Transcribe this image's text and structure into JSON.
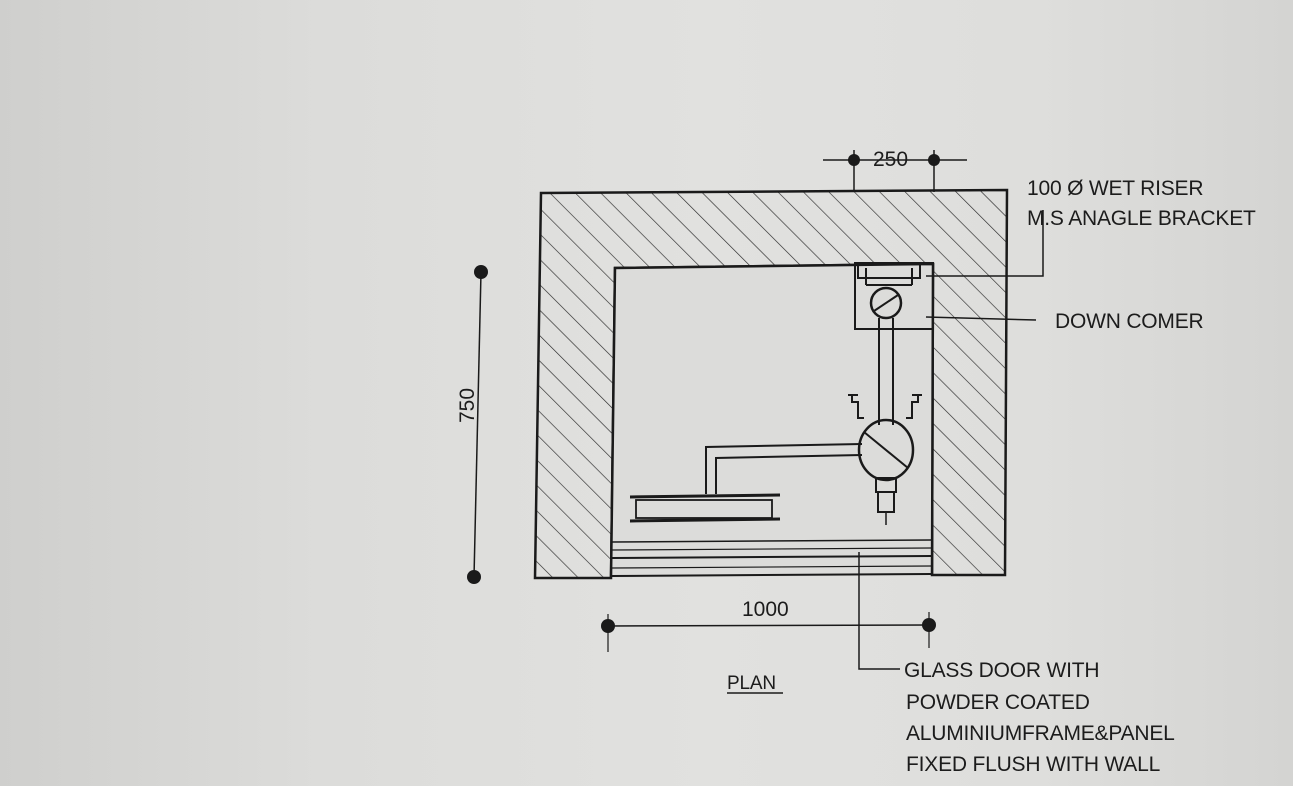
{
  "drawing": {
    "title": "PLAN",
    "dimensions": {
      "top_width": "250",
      "height": "750",
      "bottom_width": "1000"
    },
    "callouts": {
      "wet_riser": "100 Ø WET RISER",
      "bracket": "M.S ANAGLE BRACKET",
      "down_comer": "DOWN COMER",
      "glass_door_line1": "GLASS DOOR WITH",
      "glass_door_line2": "POWDER COATED",
      "glass_door_line3": "ALUMINIUMFRAME&PANEL",
      "glass_door_line4": "FIXED FLUSH WITH WALL"
    }
  }
}
